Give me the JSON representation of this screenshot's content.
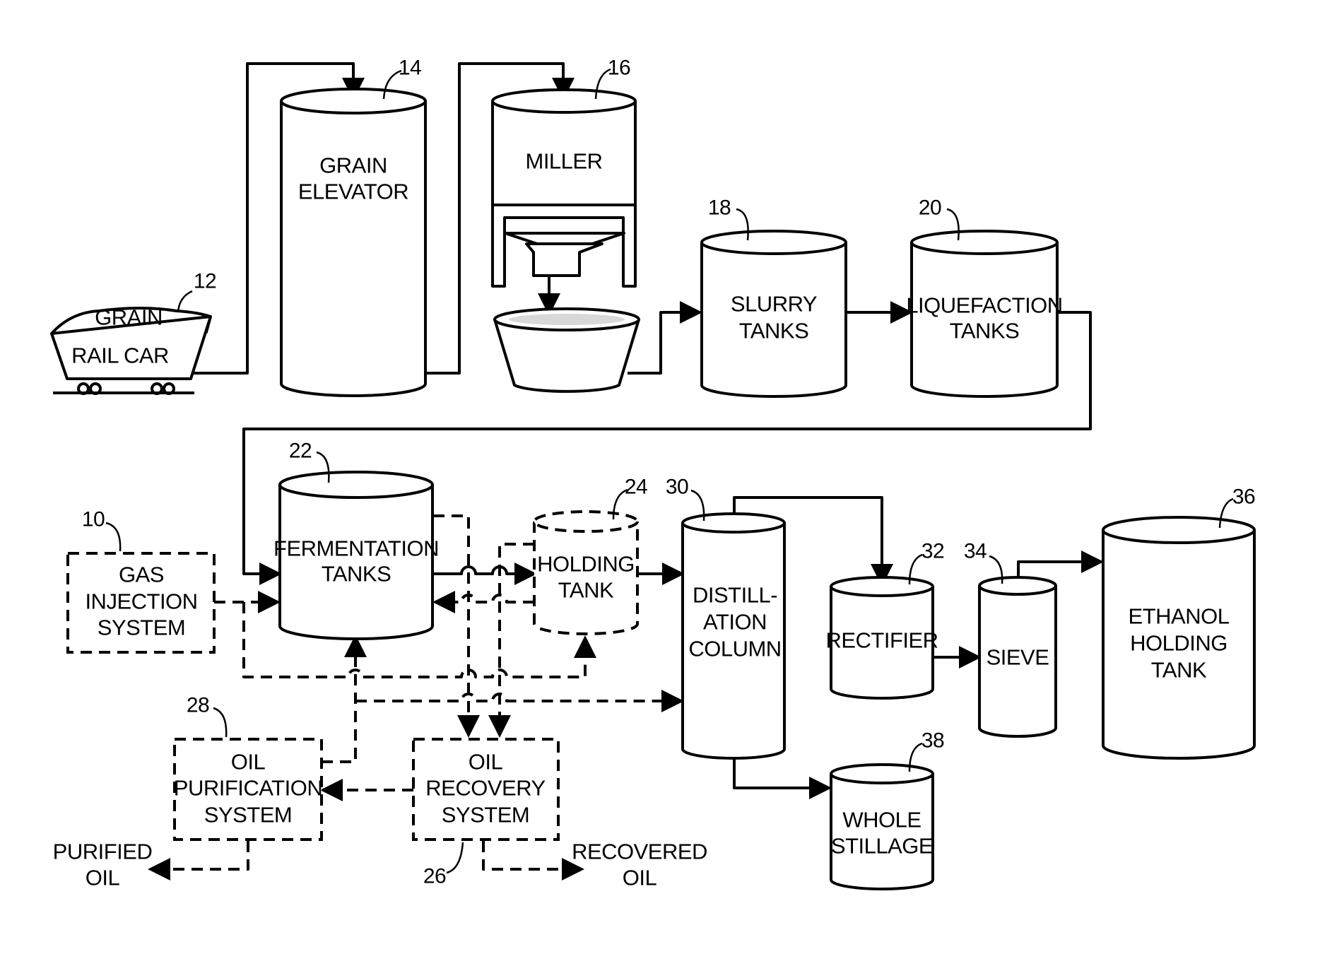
{
  "components": {
    "rail_car": {
      "ref": "12",
      "line1": "GRAIN",
      "line2": "RAIL CAR"
    },
    "grain_elevator": {
      "ref": "14",
      "line1": "GRAIN",
      "line2": "ELEVATOR"
    },
    "miller": {
      "ref": "16",
      "line1": "MILLER"
    },
    "slurry_tanks": {
      "ref": "18",
      "line1": "SLURRY",
      "line2": "TANKS"
    },
    "liquefaction_tanks": {
      "ref": "20",
      "line1": "LIQUEFACTION",
      "line2": "TANKS"
    },
    "fermentation_tanks": {
      "ref": "22",
      "line1": "FERMENTATION",
      "line2": "TANKS"
    },
    "holding_tank": {
      "ref": "24",
      "line1": "HOLDING",
      "line2": "TANK"
    },
    "gas_injection": {
      "ref": "10",
      "line1": "GAS",
      "line2": "INJECTION",
      "line3": "SYSTEM"
    },
    "distillation_column": {
      "ref": "30",
      "line1": "DISTILL-",
      "line2": "ATION",
      "line3": "COLUMN"
    },
    "rectifier": {
      "ref": "32",
      "line1": "RECTIFIER"
    },
    "sieve": {
      "ref": "34",
      "line1": "SIEVE"
    },
    "ethanol_holding_tank": {
      "ref": "36",
      "line1": "ETHANOL",
      "line2": "HOLDING",
      "line3": "TANK"
    },
    "whole_stillage": {
      "ref": "38",
      "line1": "WHOLE",
      "line2": "STILLAGE"
    },
    "oil_purification": {
      "ref": "28",
      "line1": "OIL",
      "line2": "PURIFICATION",
      "line3": "SYSTEM"
    },
    "oil_recovery": {
      "ref": "26",
      "line1": "OIL",
      "line2": "RECOVERY",
      "line3": "SYSTEM"
    }
  },
  "outputs": {
    "purified_oil": {
      "line1": "PURIFIED",
      "line2": "OIL"
    },
    "recovered_oil": {
      "line1": "RECOVERED",
      "line2": "OIL"
    }
  },
  "colors": {
    "ink": "#000000",
    "background": "#ffffff"
  }
}
